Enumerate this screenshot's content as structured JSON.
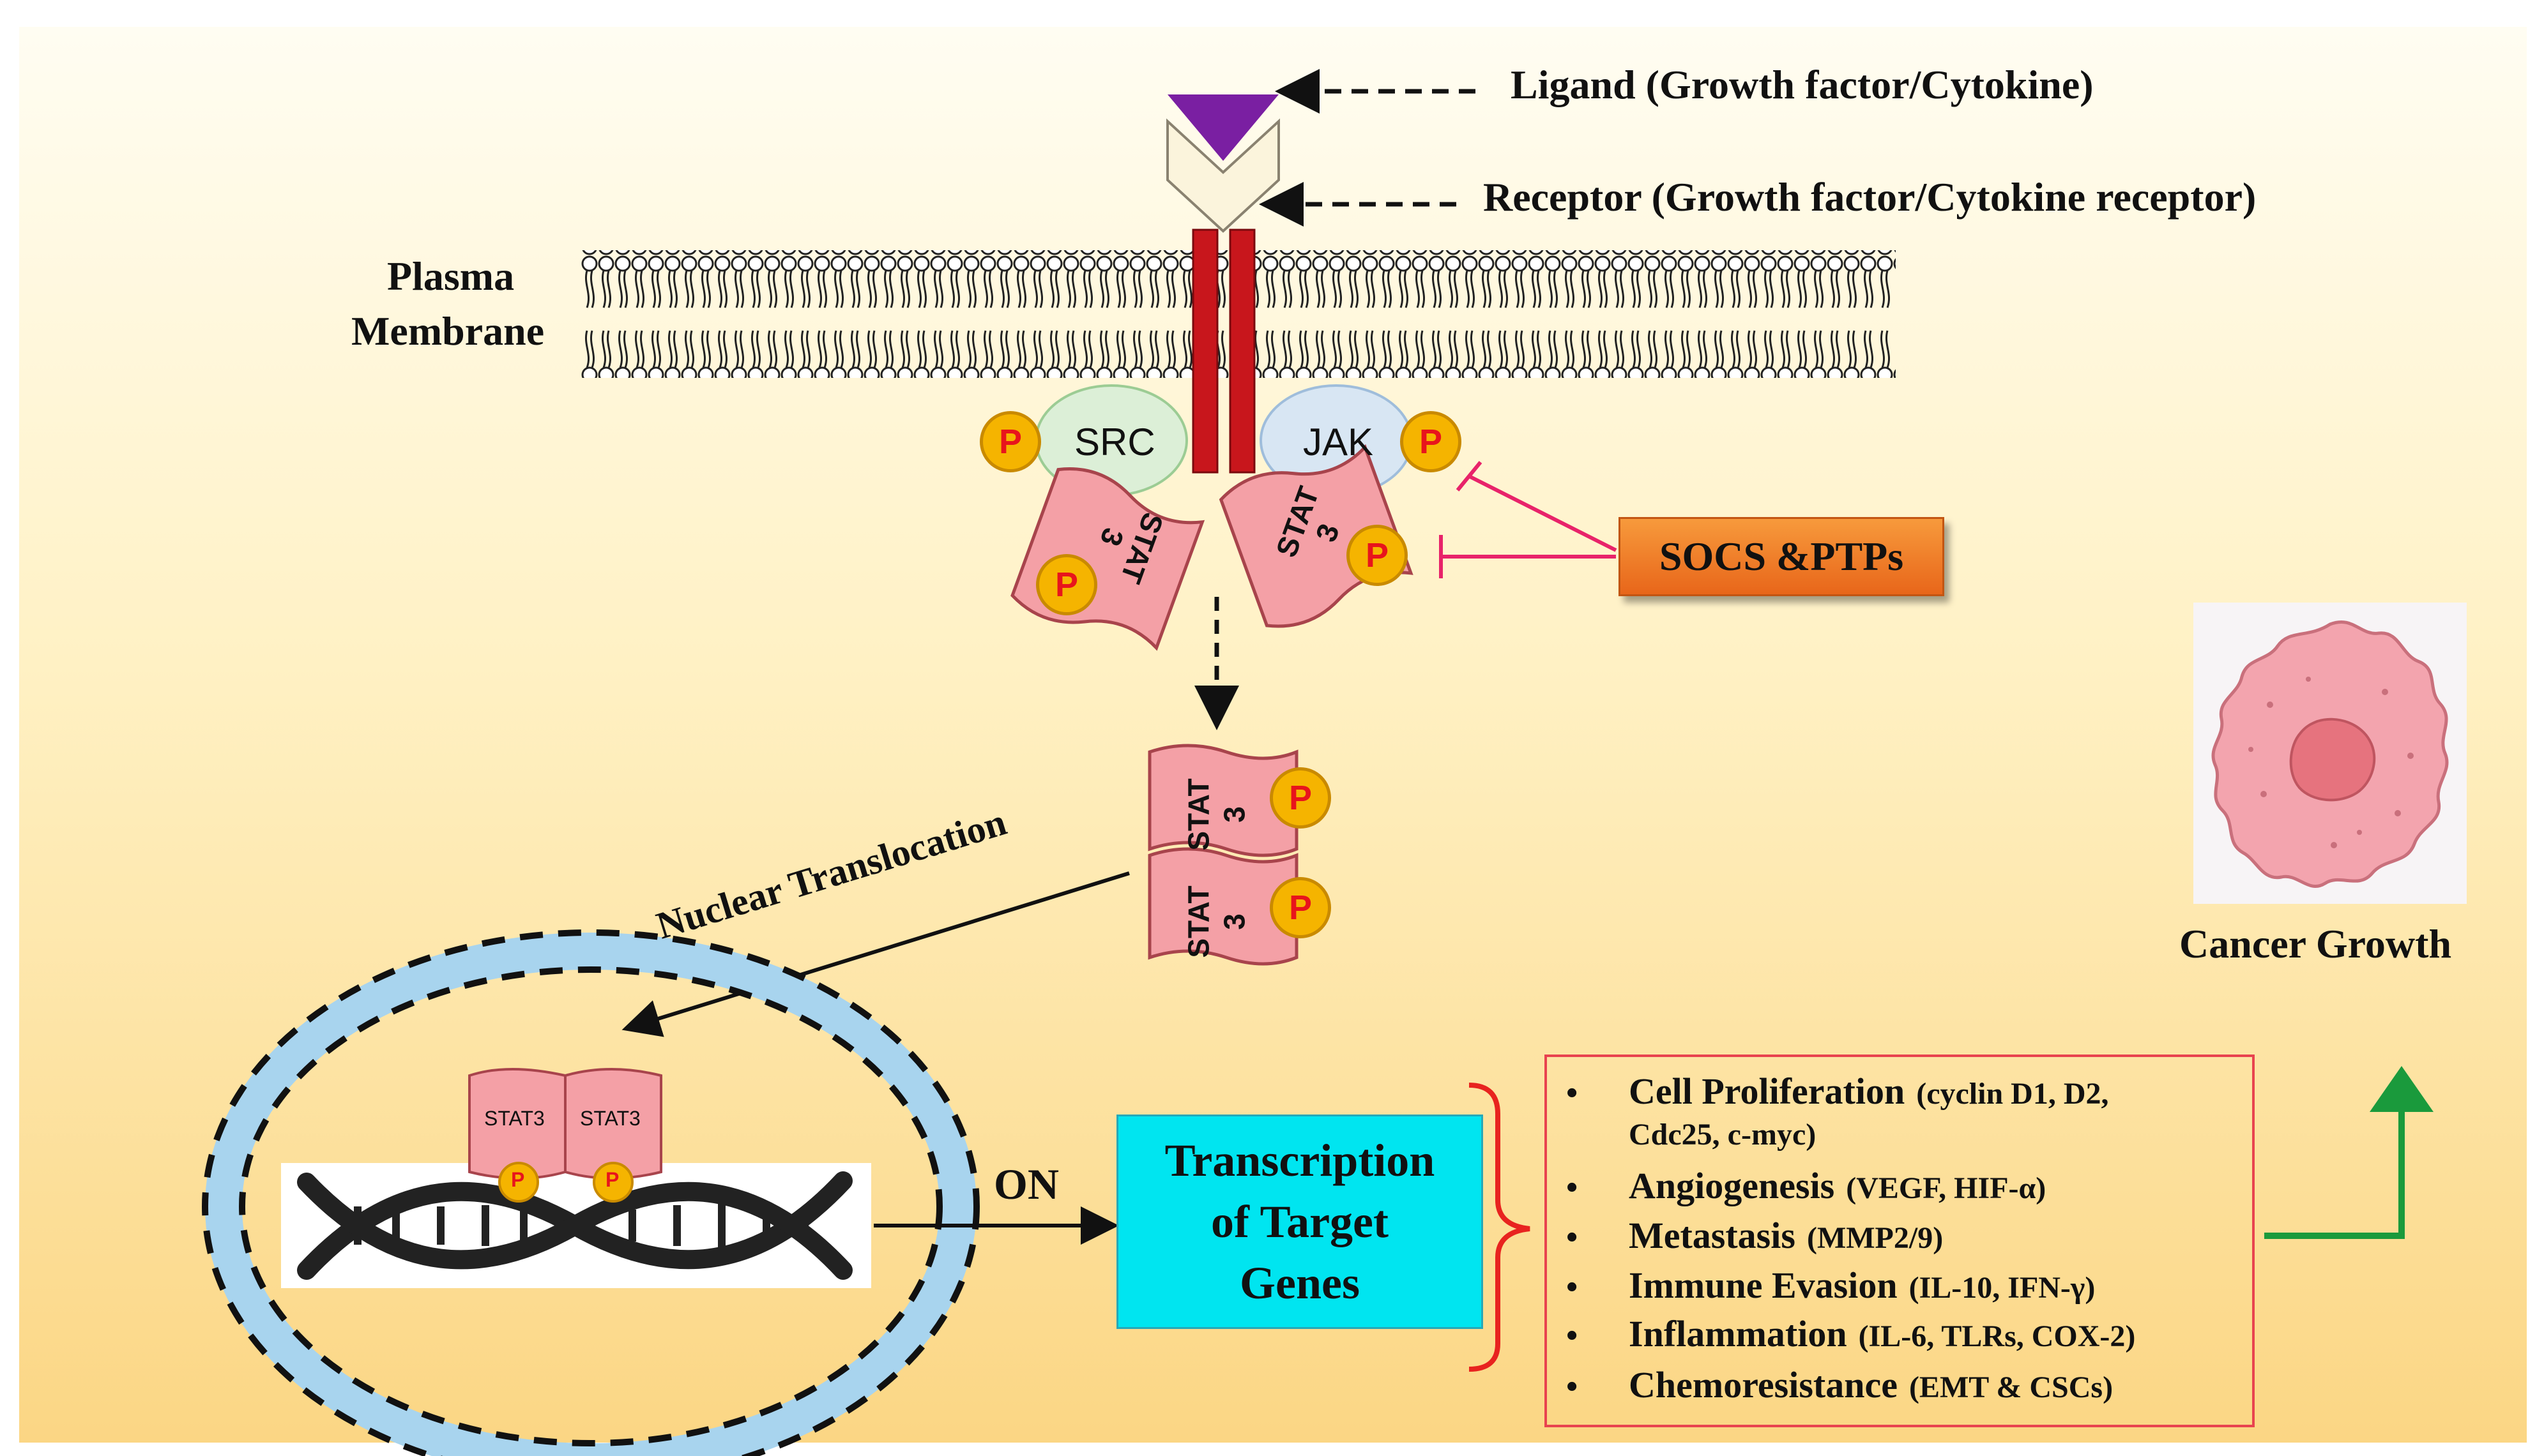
{
  "ligand": {
    "label": "Ligand (Growth factor/Cytokine)"
  },
  "receptor": {
    "label": "Receptor (Growth factor/Cytokine receptor)"
  },
  "membrane": {
    "line1": "Plasma",
    "line2": "Membrane"
  },
  "kinases": {
    "src": "SRC",
    "jak": "JAK"
  },
  "stat": {
    "word": "STAT",
    "num": "3",
    "dimer_label": "STAT3"
  },
  "phospho": {
    "symbol": "P"
  },
  "inhibitor": {
    "label": "SOCS &PTPs"
  },
  "nuclear_translocation": {
    "label": "Nuclear Translocation"
  },
  "switch": {
    "label": "ON"
  },
  "transcription": {
    "line1": "Transcription",
    "line2": "of Target",
    "line3": "Genes"
  },
  "outcomes": [
    {
      "main": "Cell Proliferation",
      "sub": "(cyclin D1, D2,",
      "sub2": "Cdc25, c-myc)"
    },
    {
      "main": "Angiogenesis",
      "sub": "(VEGF, HIF-α)"
    },
    {
      "main": "Metastasis",
      "sub": "(MMP2/9)"
    },
    {
      "main": "Immune  Evasion",
      "sub": "(IL-10, IFN-γ)"
    },
    {
      "main": "Inflammation",
      "sub": "(IL-6, TLRs, COX-2)"
    },
    {
      "main": "Chemoresistance",
      "sub": "(EMT & CSCs)"
    }
  ],
  "outcome_bullet": "•",
  "cancer": {
    "label": "Cancer Growth"
  },
  "colors": {
    "background_top": "#fffbe6",
    "background_bottom": "#fbd98a",
    "ligand": "#7a1fa2",
    "receptor_chain": "#c8161c",
    "stat": "#f4a0a6",
    "phospho": "#f5b400",
    "inhibition": "#e8236a",
    "nucleus_ring": "#a8d4ee",
    "transcription_box": "#00e5f0",
    "growth_arrow": "#1a9a3c"
  }
}
